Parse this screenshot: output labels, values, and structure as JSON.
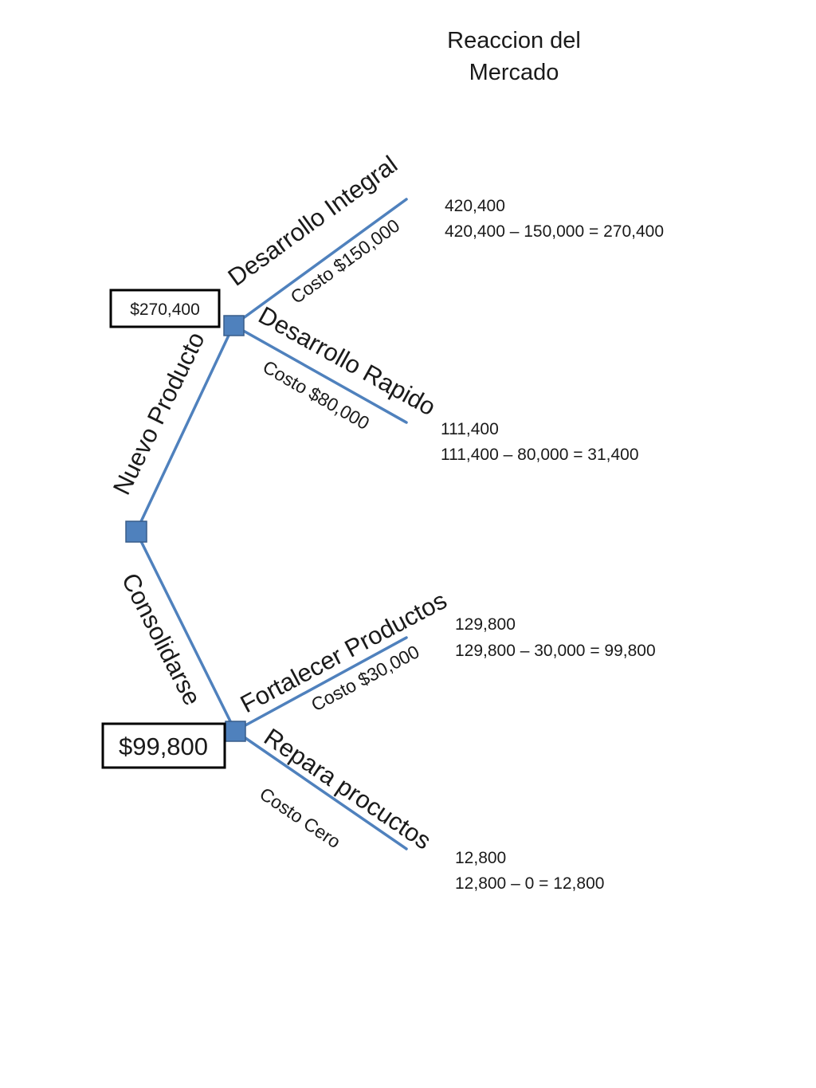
{
  "title": {
    "line1": "Reaccion del",
    "line2": "Mercado"
  },
  "branches": {
    "nuevo_producto": "Nuevo Producto",
    "consolidarse": "Consolidarse",
    "desarrollo_integral": "Desarrollo Integral",
    "desarrollo_rapido": "Desarrollo Rapido",
    "fortalecer_productos": "Fortalecer Productos",
    "repara_productos": "Repara procuctos"
  },
  "costs": {
    "desarrollo_integral": "Costo $150,000",
    "desarrollo_rapido": "Costo $80,000",
    "fortalecer_productos": "Costo $30,000",
    "repara_productos": "Costo Cero"
  },
  "outcomes": {
    "desarrollo_integral": {
      "value": "420,400",
      "calc": "420,400 – 150,000 = 270,400"
    },
    "desarrollo_rapido": {
      "value": "111,400",
      "calc": "111,400 – 80,000 = 31,400"
    },
    "fortalecer_productos": {
      "value": "129,800",
      "calc": "129,800 – 30,000 = 99,800"
    },
    "repara_productos": {
      "value": "12,800",
      "calc": "12,800 – 0 = 12,800"
    }
  },
  "node_values": {
    "nuevo_producto": "$270,400",
    "consolidarse": "$99,800"
  },
  "colors": {
    "branch": "#4f81bd",
    "node": "#4f81bd",
    "box_border": "#000000"
  }
}
